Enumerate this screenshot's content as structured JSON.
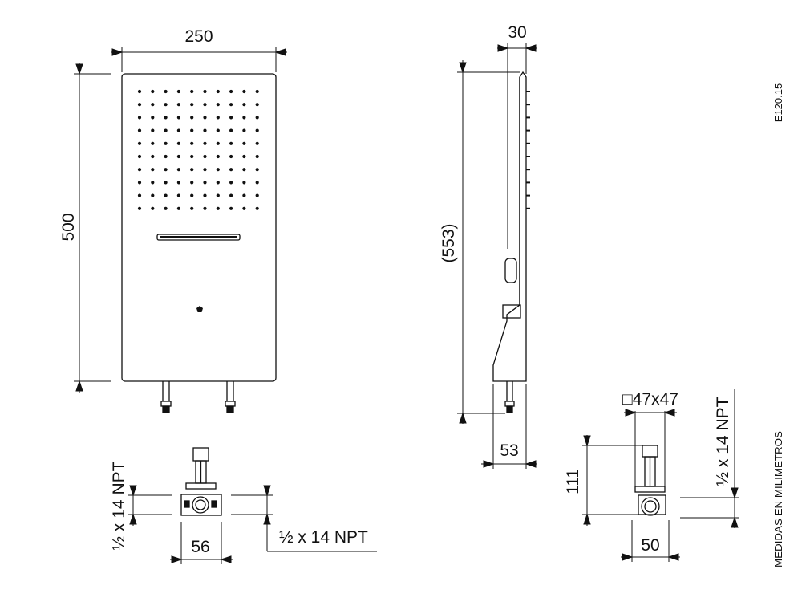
{
  "front_view": {
    "width_label": "250",
    "height_label": "500"
  },
  "side_view": {
    "depth_label": "30",
    "total_height_label": "(553)",
    "bottom_offset_label": "53"
  },
  "valve_detail_left": {
    "thread_label_vertical": "½ x 14 NPT",
    "thread_label_horizontal": "½ x 14 NPT",
    "spacing_label": "56"
  },
  "valve_detail_right": {
    "square_label": "□47x47",
    "thread_label_vertical": "½ x 14 NPT",
    "height_label": "111",
    "width_label": "50"
  },
  "notes": {
    "code": "E120.15",
    "units": "MEDIDAS EN MILIMETROS"
  }
}
